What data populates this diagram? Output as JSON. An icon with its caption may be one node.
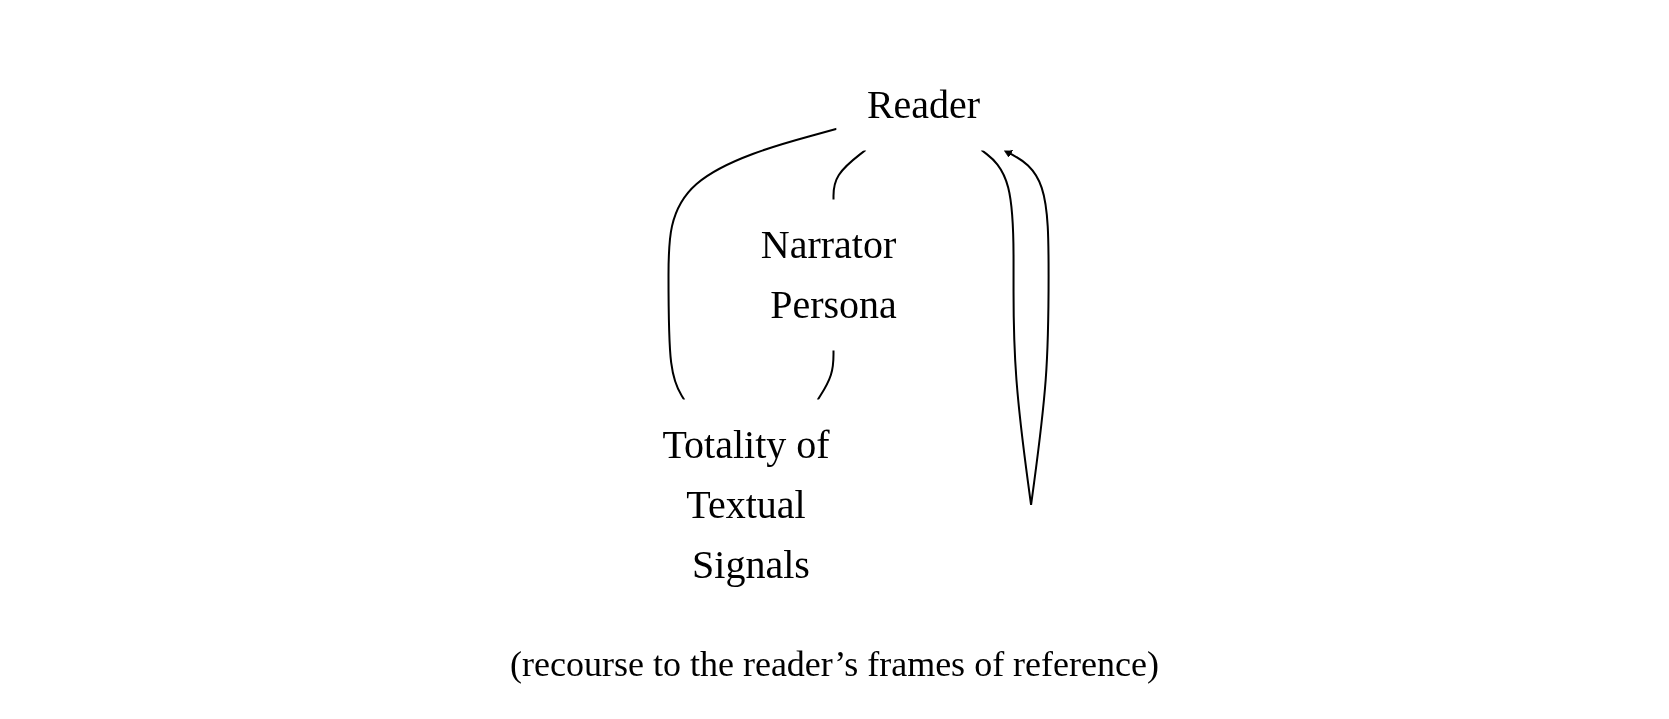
{
  "diagram": {
    "caption": "(recourse to the reader’s frames of reference)",
    "nodes": [
      {
        "text": [
          "Reader"
        ]
      },
      {
        "text": [
          "Narrator Persona"
        ]
      },
      {
        "text": [
          "Totality of Textual Signals"
        ]
      }
    ],
    "edges": [
      {
        "from": 0,
        "to": 1,
        "arrow": "none"
      },
      {
        "from": 0,
        "to": 2,
        "arrow": "none"
      },
      {
        "from": 1,
        "to": 2,
        "arrow": "none"
      },
      {
        "from": 0,
        "to": 0,
        "arrow": "to"
      }
    ]
  }
}
